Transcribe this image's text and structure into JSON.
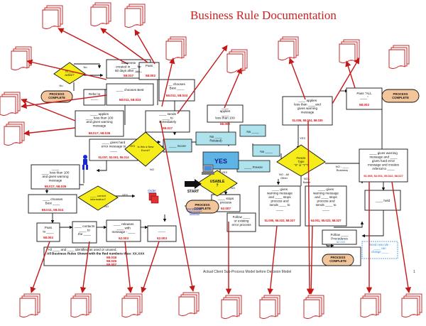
{
  "title": "Business Rule Documentation",
  "footer_caption": "Actual Client Sub-Process Model before Decision Model",
  "page_number": "1",
  "colors": {
    "title": "#cc1f1f",
    "arrow": "#c41818",
    "decision_fill": "#f6ec1a",
    "terminal_fill": "#f3c59a",
    "event_fill": "#aee3ee",
    "link": "#1b3fd1",
    "rule_ref": "#e01010"
  },
  "nodes": {
    "suspense": [
      "Suspense",
      "created in ___ for",
      "60 days after ____"
    ],
    "suspense_ref": "58.017",
    "pass_top": "Pass",
    "pass_top_ref": "58.002",
    "is_active": [
      "Is ___",
      "active?"
    ],
    "process_complete": [
      "PROCESS",
      "COMPLETE"
    ],
    "refer_to": [
      "Refer to",
      "____"
    ],
    "chooses_best_1": "____ chooses Best",
    "chooses_best_1_ref": "58.011, 58.024",
    "chooses_best_2": [
      "__ chooses",
      "Best ____"
    ],
    "chooses_best_2_ref": "58.011, 58.024",
    "applies_left": [
      "____ applies",
      "____ less than 100",
      "and gives warning",
      "message"
    ],
    "applies_left_ref": "58.017, 58.035",
    "sends": [
      "____ sends",
      "____ to",
      "immediately"
    ],
    "sends_ref": "58.017",
    "gives_hard": [
      "____ gives hard",
      "error message to",
      "____"
    ],
    "gives_hard_ref": "51.007, 52.001, 55.014",
    "is_this_new": [
      "Is this a New",
      "Event?"
    ],
    "applies_mid": [
      "____",
      "applies",
      "____",
      "less than 100"
    ],
    "applies_mid_ref": "58.002",
    "applies_right": [
      "____ applies",
      "less than ____and",
      "gives warning",
      "message"
    ],
    "applies_right_ref": "51.006, 55.004, 58.035",
    "pass_all": [
      "Pass \"ALL",
      "____\""
    ],
    "pass_all_ref": "58.002",
    "score": "____ Score",
    "no_related": [
      "No ____",
      "Related)"
    ],
    "no_1": "No ____",
    "no_2": "No ____",
    "freeze": "____ Freeze",
    "yes": "YES",
    "freeze_type": [
      "Freeze",
      "Type",
      "\"X\" or \"Y\"?"
    ],
    "usable": [
      "USABLE",
      "?"
    ],
    "start": "START",
    "applies_bottom_left": [
      "____",
      "____ less than 100",
      "and gives warning",
      "message"
    ],
    "applies_bottom_left_ref": "58.017, 58.035",
    "correct_info": [
      "____ correct",
      "information?"
    ],
    "chooses_best_3": [
      "____ chooses",
      "Best ____"
    ],
    "chooses_best_3_ref": "58.011, 58.024",
    "order": "Order",
    "stops_process": [
      "____ stops",
      "process"
    ],
    "stops_process_ref": "52.007",
    "follow_existing": [
      "Follow ____",
      "or existing",
      "error process"
    ],
    "terminate_cancel": [
      "Terminate/",
      "Cancel"
    ],
    "pass_to": [
      "Pass",
      "to ____"
    ],
    "pass_to_ref": "58.002",
    "contacts": [
      "____ contacts",
      "____ to",
      "the ____"
    ],
    "releases": [
      "____ releases",
      "____ with",
      "message - ____"
    ],
    "releases_ref": "52.003",
    "small_box": "____",
    "small_box_ref": "52.003",
    "gives_warning_left": [
      "____ gives",
      "warning message",
      "and ____ stops",
      "process and",
      "sends ____ to",
      "____"
    ],
    "gives_warning_left_ref": "51.005, 55.022, 58.027",
    "gives_warning_mid": [
      "____ gives",
      "warning message",
      "and ____ stops",
      "process and",
      "sends ____ to",
      "____"
    ],
    "gives_warning_mid_ref": "54.001, 55.022, 58.027",
    "gives_warning_right": [
      "____ gives warning",
      "message and ____",
      "gives hard error",
      "message and creates",
      "referral to ____"
    ],
    "gives_warning_right_ref": "51.005, 52.001, 55.022, 58.027",
    "held": "____ held",
    "follow_procedures": [
      "Follow ____",
      "Procedures"
    ],
    "new_rule": [
      "Need new rule -",
      "____ can",
      "change ____"
    ],
    "new_rule_ref": "52.002",
    "branch_no_all": [
      "NO - All",
      "Other"
    ],
    "branch_no_batch": [
      "NO -",
      "Batch"
    ],
    "branch_no_business": [
      "NO - ____",
      "Business"
    ],
    "lbl_yes": "YES",
    "lbl_no": "NO",
    "lbl_no_x": "No",
    "notes": [
      "\"All ____ and ____ identified as used or unused.",
      "All Business Rules Shown with the Red numbers thus:  XX.XXX",
      "58.018",
      "58.026",
      "58.007"
    ]
  }
}
